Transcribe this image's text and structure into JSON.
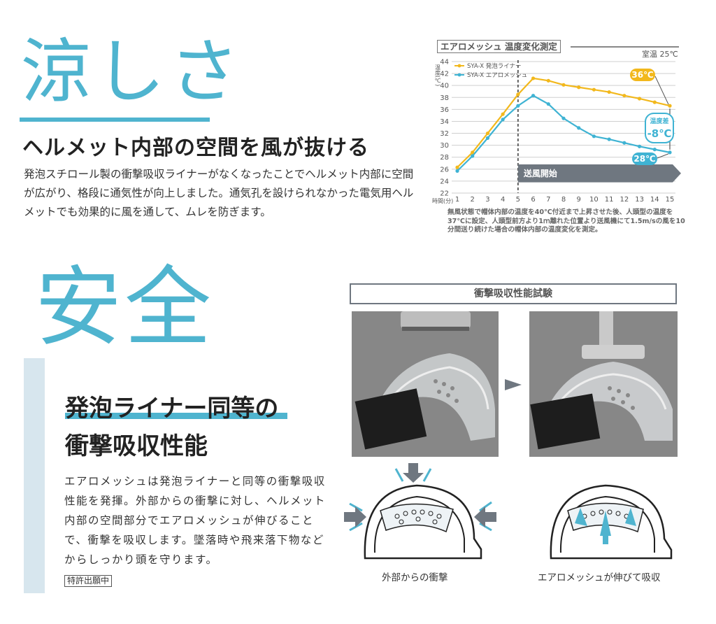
{
  "cool": {
    "title": "涼しさ",
    "heading": "ヘルメット内部の空間を風が抜ける",
    "body": "発泡スチロール製の衝撃吸収ライナーがなくなったことでヘルメット内部に空間が広がり、格段に通気性が向上しました。通気孔を設けられなかった電気用ヘルメットでも効果的に風を通して、ムレを防ぎます。"
  },
  "chart_panel": {
    "title": "エアロメッシュ 温度変化測定",
    "room_temp": "室温 25℃",
    "note": "無風状態で帽体内部の温度を40℃付近まで上昇させた後、人頭型の温度を37℃に設定、人頭型前方より1ｍ離れた位置より送風機にて1.5m/sの風を10分間送り続けた場合の帽体内部の温度変化を測定。"
  },
  "chart_data": {
    "type": "line",
    "ylabel": "温度(℃)",
    "xlabel": "時間(分)",
    "x": [
      1,
      2,
      3,
      4,
      5,
      6,
      7,
      8,
      9,
      10,
      11,
      12,
      13,
      14,
      15
    ],
    "ylim": [
      22,
      44
    ],
    "yticks": [
      22,
      24,
      26,
      28,
      30,
      32,
      34,
      36,
      38,
      40,
      42,
      44
    ],
    "series": [
      {
        "name": "SYA-X 発泡ライナー",
        "color": "#f2b81c",
        "values": [
          26.3,
          28.8,
          32.0,
          35.2,
          38.5,
          41.2,
          40.8,
          40.1,
          39.7,
          39.3,
          38.9,
          38.3,
          37.8,
          37.2,
          36.6
        ]
      },
      {
        "name": "SYA-X エアロメッシュ",
        "color": "#3fb3d3",
        "values": [
          25.7,
          28.2,
          31.2,
          34.3,
          36.6,
          38.3,
          36.9,
          34.5,
          32.9,
          31.5,
          31.0,
          30.4,
          29.8,
          29.3,
          28.8
        ]
      }
    ],
    "annotations": {
      "wind_start": "送風開始",
      "label_high": "36℃",
      "label_low": "28℃",
      "diff_label": "温度差",
      "diff_value": "-8℃"
    }
  },
  "safety": {
    "title": "安全",
    "heading1": "発泡ライナー同等の",
    "heading2": "衝撃吸収性能",
    "body": "エアロメッシュは発泡ライナーと同等の衝撃吸収性能を発揮。外部からの衝撃に対し、ヘルメット内部の空間部分でエアロメッシュが伸びることで、衝撃を吸収します。墜落時や飛来落下物などからしっかり頭を守ります。",
    "patent": "特許出願中",
    "test_title": "衝撃吸収性能試験",
    "caption_left": "外部からの衝撃",
    "caption_right": "エアロメッシュが伸びて吸収"
  },
  "colors": {
    "accent": "#4fb4cf",
    "orange": "#f2b81c",
    "gray_bar": "#d7e6ee"
  }
}
